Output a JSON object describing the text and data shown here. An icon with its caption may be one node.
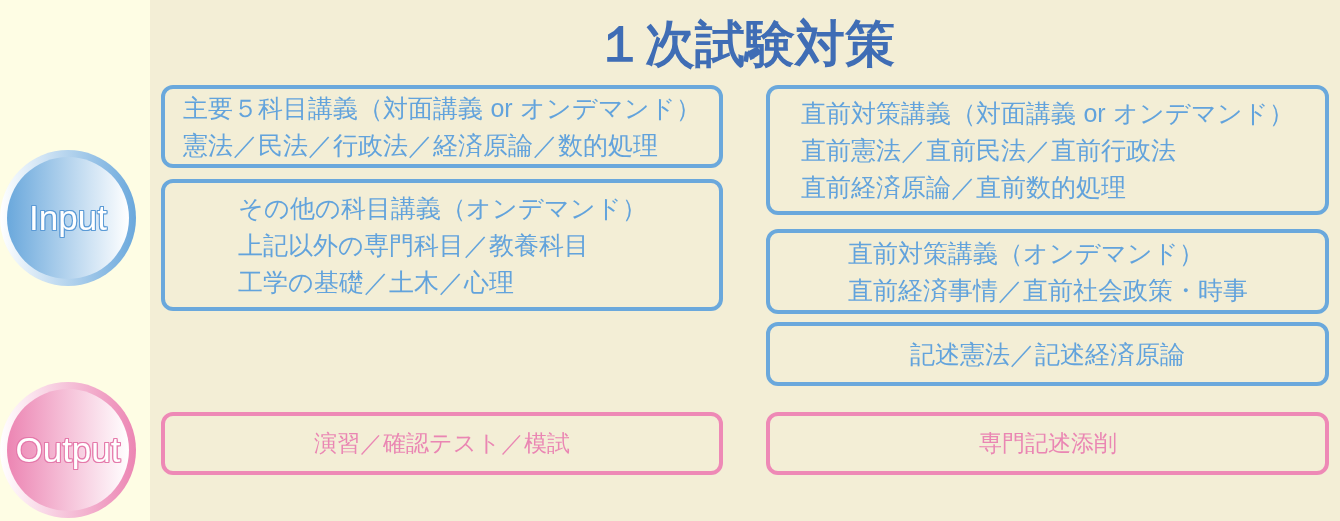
{
  "diagram": {
    "title": "１次試験対策",
    "nodes": [
      {
        "text": [
          "Input"
        ]
      },
      {
        "text": [
          "主要５科目講義（対面講義 or オンデマンド）",
          "憲法／民法／行政法／経済原論／数的処理"
        ]
      },
      {
        "text": [
          "直前対策講義（対面講義 or オンデマンド）",
          "直前憲法／直前民法／直前行政法",
          "直前経済原論／直前数的処理"
        ]
      },
      {
        "text": [
          "その他の科目講義（オンデマンド）",
          "上記以外の専門科目／教養科目",
          "工学の基礎／土木／心理"
        ]
      },
      {
        "text": [
          "直前対策講義（オンデマンド）",
          "直前経済事情／直前社会政策・時事"
        ]
      },
      {
        "text": [
          "記述憲法／記述経済原論"
        ]
      },
      {
        "text": [
          "Output"
        ]
      },
      {
        "text": [
          "演習／確認テスト／模試"
        ]
      },
      {
        "text": [
          "専門記述添削"
        ]
      }
    ]
  }
}
